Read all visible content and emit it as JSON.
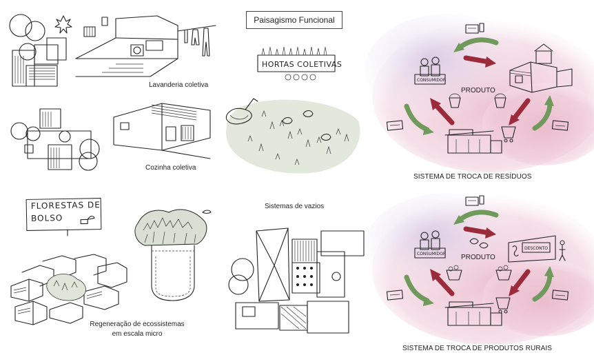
{
  "captions": {
    "lavanderia": "Lavanderia coletiva",
    "cozinha": "Cozinha coletiva",
    "sistemas_vazios": "Sistemas de vazios",
    "regeneracao_1": "Regeneração de ecossistemas",
    "regeneracao_2": "em escala micro"
  },
  "paisagismo_title": "Paisagismo Funcional",
  "handwritten": {
    "hortas": "HORTAS COLETIVAS",
    "florestas_1": "FLORESTAS DE",
    "florestas_2": "BOLSO"
  },
  "diagram_top": {
    "center_label": "PRODUTO",
    "consumer_sign": "CONSUMIDOR",
    "title": "SISTEMA DE TROCA DE RESÍDUOS"
  },
  "diagram_bottom": {
    "center_label": "PRODUTO",
    "consumer_sign": "CONSUMIDOR",
    "discount_sign": "DESCONTO",
    "title": "SISTEMA DE TROCA DE PRODUTOS RURAIS"
  },
  "colors": {
    "ink": "#222222",
    "watercolor_pink": "#e9b7c9",
    "watercolor_lilac": "#cfc3e3",
    "arrow_green": "#6f9a5c",
    "arrow_red": "#9b2b3b",
    "garden_wash": "#c9d3c0"
  }
}
